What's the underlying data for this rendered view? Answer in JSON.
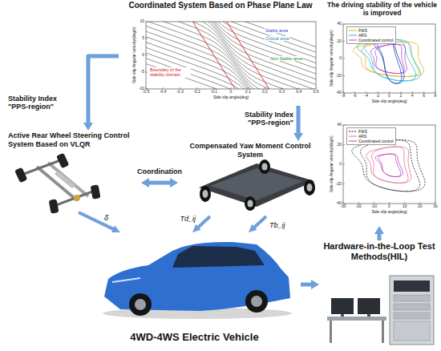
{
  "diagram": {
    "nodes": [
      {
        "text": [
          "Coordinated System Based on Phase Plane Law"
        ]
      },
      {
        "text": [
          "Active Rear Wheel Steering Control System Based on VLQR"
        ]
      },
      {
        "text": [
          "Compensated Yaw Moment Control System"
        ]
      },
      {
        "text": [
          "4WD-4WS Electric Vehicle"
        ]
      },
      {
        "text": [
          "Hardware-in-the-Loop Test Methods(HIL)"
        ]
      },
      {
        "text": [
          "The driving stability of the vehicle is improved"
        ]
      }
    ],
    "edges": [
      {
        "from": 0,
        "to": 1,
        "arrow": "to",
        "label": "Stability Index \"PPS-region\""
      },
      {
        "from": 0,
        "to": 2,
        "arrow": "to",
        "label": "Stability Index \"PPS-region\""
      },
      {
        "from": 1,
        "to": 2,
        "arrow": "both",
        "label": "Coordination"
      },
      {
        "from": 1,
        "to": 3,
        "arrow": "to",
        "label": "δ̇"
      },
      {
        "from": 2,
        "to": 3,
        "arrow": "to",
        "label": "Td_ij"
      },
      {
        "from": 2,
        "to": 3,
        "arrow": "to",
        "label": "Tb_ij"
      },
      {
        "from": 3,
        "to": 4,
        "arrow": "to"
      },
      {
        "from": 4,
        "to": 5,
        "arrow": "to"
      }
    ],
    "labels": [
      "Side slip Angular velocity(deg/s)",
      "Side slip angle(deg)",
      "Stable area",
      "Critical area",
      "Non-Stable area",
      "Boundary of the stability domain",
      "-0.5",
      "-0.4",
      "-0.3",
      "-0.2",
      "-0.1",
      "0",
      "0.1",
      "0.2",
      "0.3",
      "0.4",
      "0.5",
      "10",
      "5",
      "0",
      "-5",
      "-10",
      "Side slip Angular velocity(deg/s)",
      "Side slip angle(deg)",
      "-8",
      "-6",
      "-4",
      "-2",
      "0",
      "2",
      "4",
      "6",
      "8",
      "40",
      "20",
      "0",
      "-20",
      "-40",
      "Side slip Angular velocity(deg/s)",
      "Side slip angle(deg)",
      "-30",
      "-20",
      "-10",
      "0",
      "10",
      "20",
      "30",
      "40",
      "20",
      "0",
      "-20",
      "-40"
    ],
    "legend": [
      {
        "text": "FWS"
      },
      {
        "text": "ARS"
      },
      {
        "text": "Coordinated control"
      },
      {
        "text": "FWS"
      },
      {
        "text": "ARS"
      },
      {
        "text": "Coordinated control"
      }
    ]
  }
}
